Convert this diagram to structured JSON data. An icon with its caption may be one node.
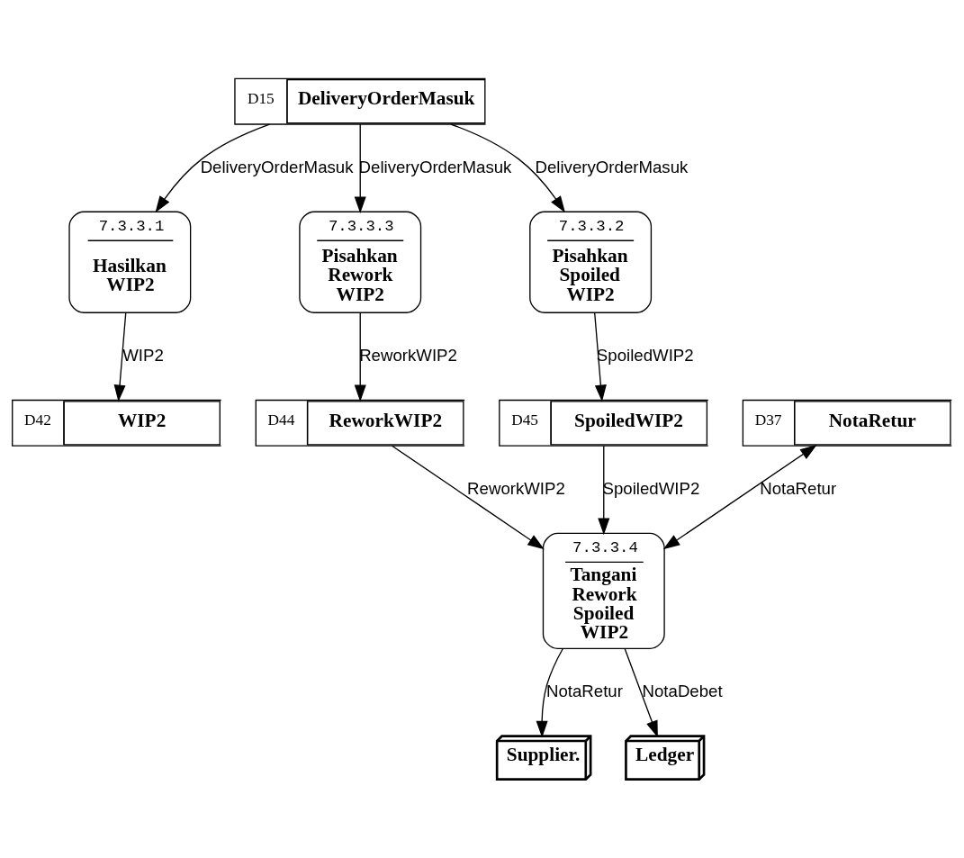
{
  "diagram": {
    "nodes": [
      {
        "text": [
          "D15",
          "DeliveryOrderMasuk"
        ]
      },
      {
        "text": [
          "7.3.3.1",
          "Hasilkan WIP2"
        ]
      },
      {
        "text": [
          "D42",
          "WIP2"
        ]
      },
      {
        "text": [
          "7.3.3.3",
          "Pisahkan Rework WIP2"
        ]
      },
      {
        "text": [
          "D44",
          "ReworkWIP2"
        ]
      },
      {
        "text": [
          "7.3.3.2",
          "Pisahkan Spoiled WIP2"
        ]
      },
      {
        "text": [
          "D45",
          "SpoiledWIP2"
        ]
      },
      {
        "text": [
          "D37",
          "NotaRetur"
        ]
      },
      {
        "text": [
          "7.3.3.4",
          "Tangani Rework Spoiled WIP2"
        ]
      },
      {
        "text": [
          "Supplier."
        ]
      },
      {
        "text": [
          "Ledger"
        ]
      }
    ],
    "edges": [
      {
        "from": 0,
        "to": 1,
        "arrow": "to",
        "label": "DeliveryOrderMasuk"
      },
      {
        "from": 1,
        "to": 2,
        "arrow": "to",
        "label": "WIP2"
      },
      {
        "from": 0,
        "to": 3,
        "arrow": "to",
        "label": "DeliveryOrderMasuk"
      },
      {
        "from": 3,
        "to": 4,
        "arrow": "to",
        "label": "ReworkWIP2"
      },
      {
        "from": 0,
        "to": 5,
        "arrow": "to",
        "label": "DeliveryOrderMasuk"
      },
      {
        "from": 5,
        "to": 6,
        "arrow": "to",
        "label": "SpoiledWIP2"
      },
      {
        "from": 7,
        "to": 8,
        "arrow": "both",
        "label": "NotaRetur"
      },
      {
        "from": 8,
        "to": 9,
        "arrow": "to",
        "label": "NotaRetur"
      },
      {
        "from": 8,
        "to": 10,
        "arrow": "to",
        "label": "NotaDebet"
      },
      {
        "from": 6,
        "to": 8,
        "arrow": "to",
        "label": "SpoiledWIP2"
      },
      {
        "from": 4,
        "to": 8,
        "arrow": "to",
        "label": "ReworkWIP2"
      }
    ]
  }
}
